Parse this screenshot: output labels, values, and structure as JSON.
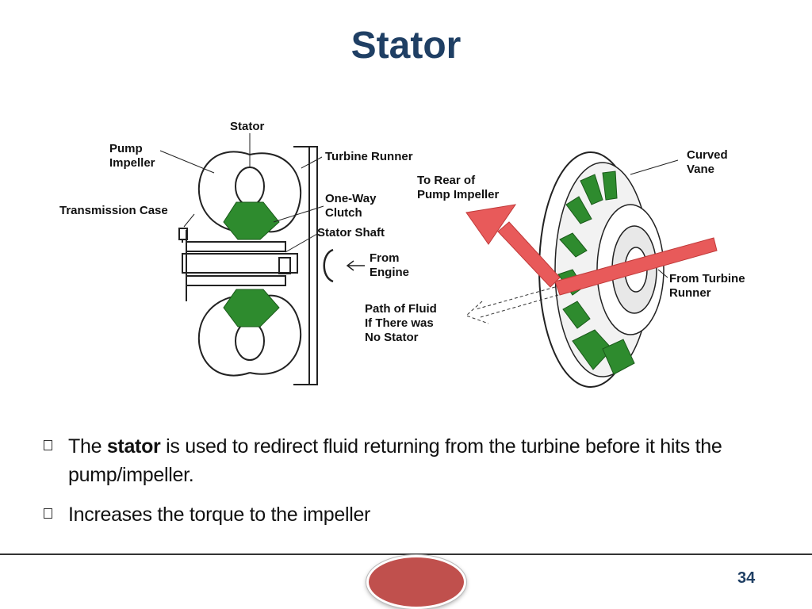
{
  "slide": {
    "title": "Stator",
    "page_number": "34"
  },
  "diagram_labels": {
    "stator": "Stator",
    "pump_impeller_line1": "Pump",
    "pump_impeller_line2": "Impeller",
    "turbine_runner": "Turbine Runner",
    "transmission_case": "Transmission Case",
    "one_way_line1": "One-Way",
    "one_way_line2": "Clutch",
    "stator_shaft": "Stator Shaft",
    "from_engine_line1": "From",
    "from_engine_line2": "Engine",
    "to_rear_line1": "To Rear of",
    "to_rear_line2": "Pump Impeller",
    "curved_vane_line1": "Curved",
    "curved_vane_line2": "Vane",
    "from_turbine_line1": "From Turbine",
    "from_turbine_line2": "Runner",
    "path_fluid_line1": "Path of Fluid",
    "path_fluid_line2": "If There was",
    "path_fluid_line3": "No Stator"
  },
  "bullets": [
    {
      "pre": "The ",
      "bold": "stator",
      "post": " is used to redirect fluid returning from the turbine before it hits the pump/impeller."
    },
    {
      "pre": "Increases the torque to the impeller",
      "bold": "",
      "post": ""
    }
  ],
  "colors": {
    "title": "#1f3f64",
    "vane_green": "#2e8b2e",
    "arrow_red": "#e85a5a",
    "ellipse": "#c0504d"
  }
}
